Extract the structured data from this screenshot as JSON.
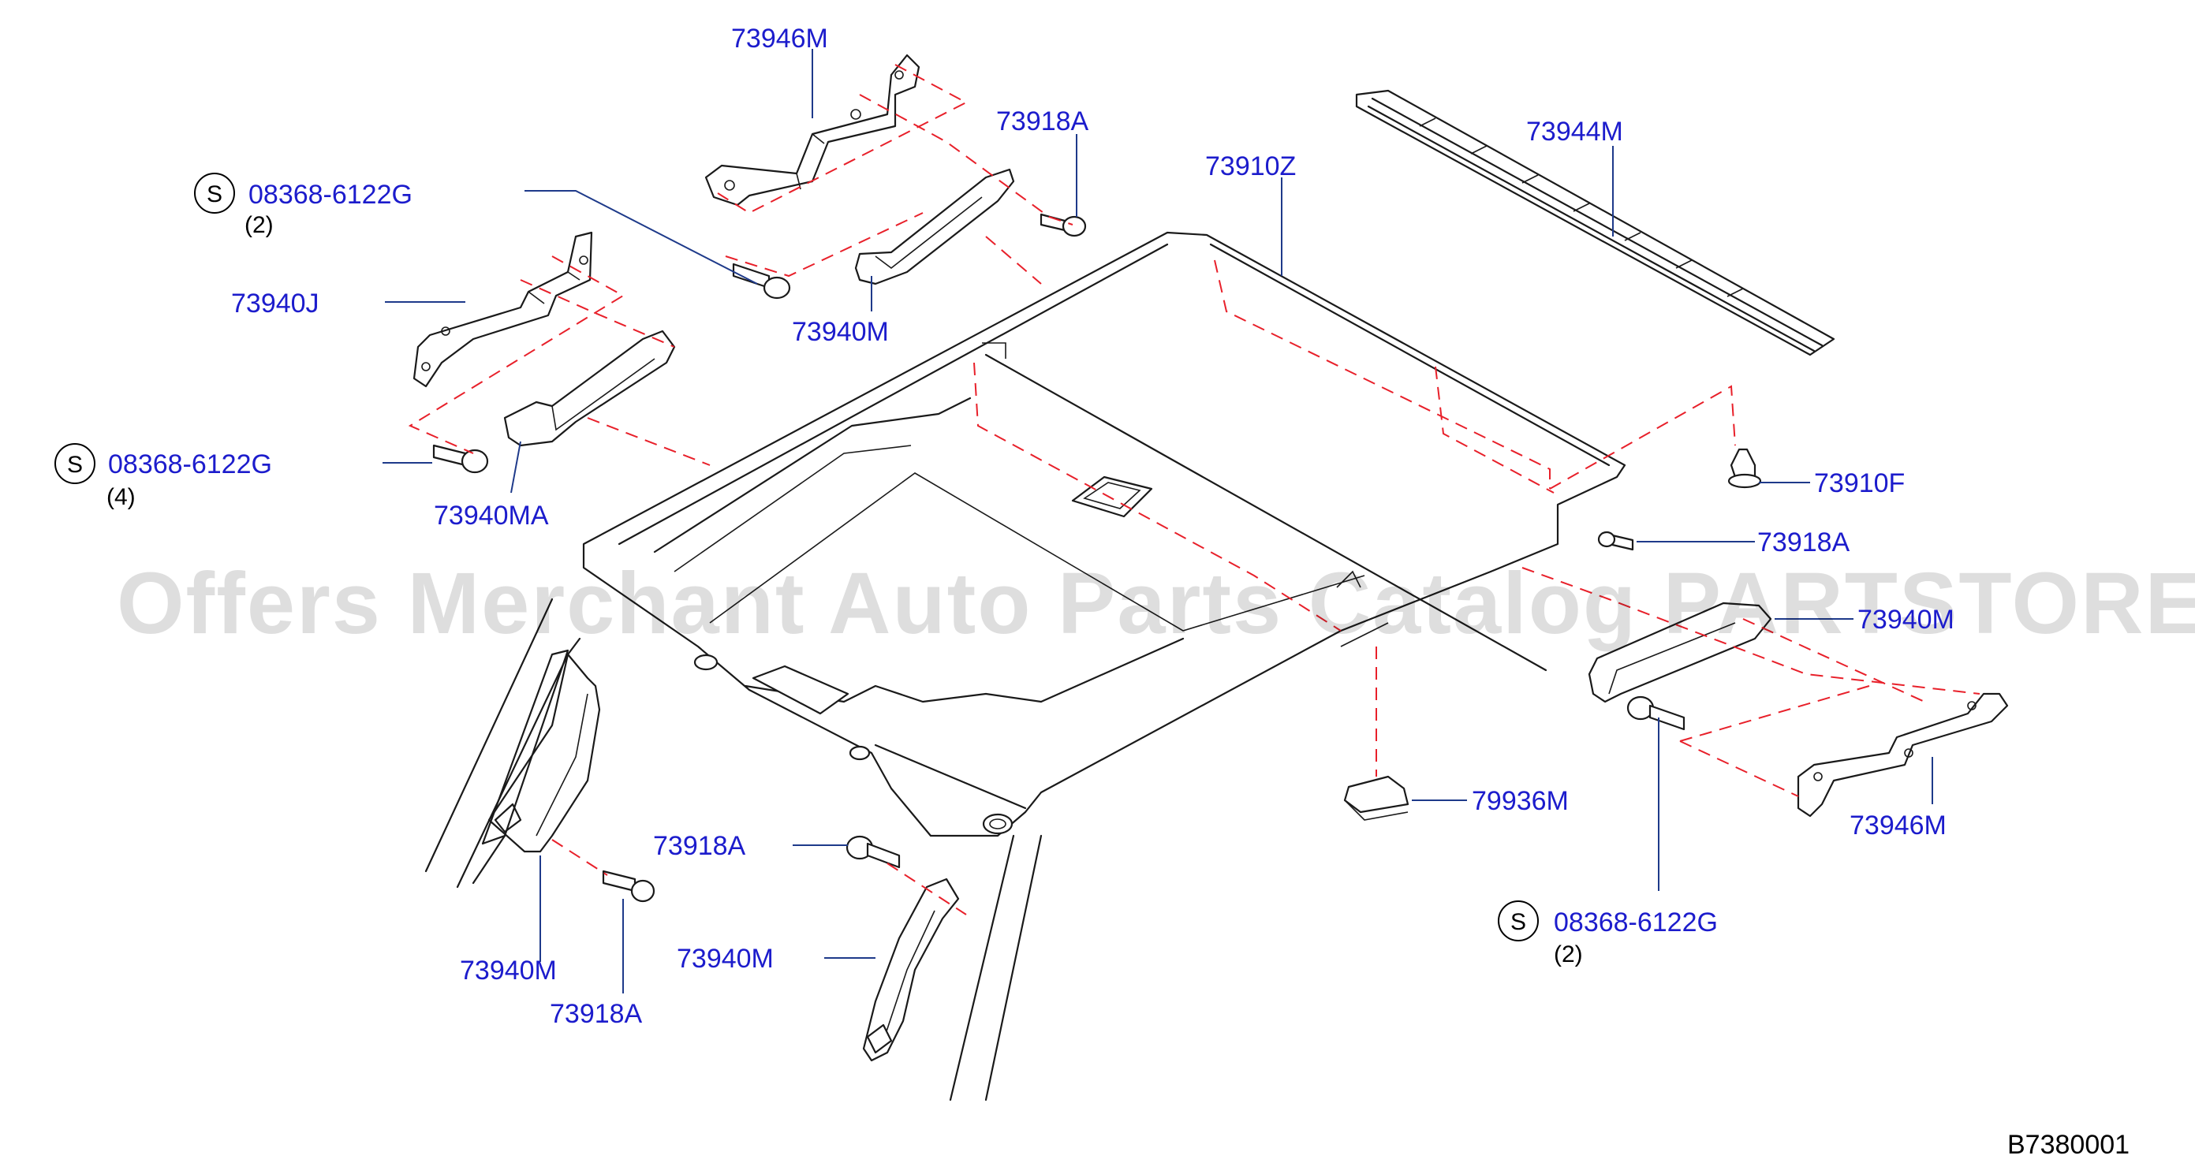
{
  "colors": {
    "part_label": "#1c1ccc",
    "leader": "#1e3a8a",
    "dashed_guide": "#e8202a",
    "drawing": "#1a1a1a"
  },
  "watermark": "Offers Merchant Auto Parts Catalog PARTSTORE.SA",
  "diagram_code": "B7380001",
  "labels": {
    "p73946M_top": "73946M",
    "p73918A_top": "73918A",
    "p73910Z": "73910Z",
    "p73944M": "73944M",
    "s_code_1": "08368-6122G",
    "s_qty_1": "(2)",
    "p73940J": "73940J",
    "p73940M_top": "73940M",
    "s_code_2": "08368-6122G",
    "s_qty_2": "(4)",
    "p73940MA": "73940MA",
    "p73910F": "73910F",
    "p73918A_right": "73918A",
    "p73940M_right": "73940M",
    "p73946M_right": "73946M",
    "p79936M": "79936M",
    "s_code_3": "08368-6122G",
    "s_qty_3": "(2)",
    "p73918A_bottom_mid": "73918A",
    "p73940M_bottom_left": "73940M",
    "p73918A_bottom_left": "73918A",
    "p73940M_bottom_mid": "73940M",
    "s_badge": "S"
  }
}
